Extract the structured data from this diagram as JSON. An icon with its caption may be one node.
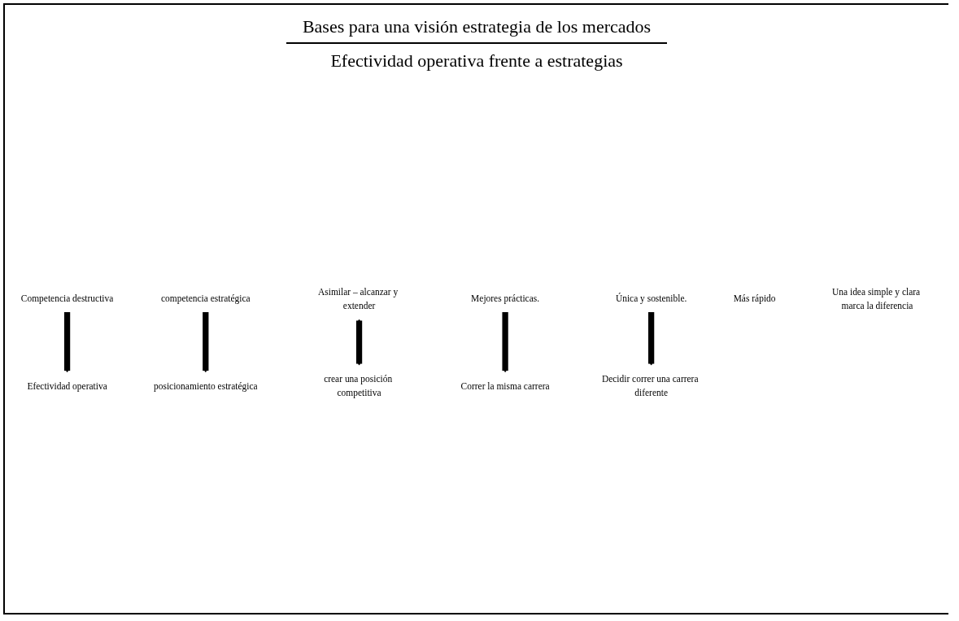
{
  "diagram": {
    "title": "Bases para una visión estrategia de los mercados",
    "nodes": [
      {
        "text": [
          "Competencia destructiva"
        ]
      },
      {
        "text": [
          "competencia estratégica"
        ]
      },
      {
        "text": [
          "Efectividad operativa"
        ]
      },
      {
        "text": [
          "posicionamiento estratégica"
        ]
      },
      {
        "text": [
          "Asimilar – alcanzar y extender"
        ]
      },
      {
        "text": [
          "crear una posición competitiva"
        ]
      },
      {
        "text": [
          "Mejores prácticas."
        ]
      },
      {
        "text": [
          "Única y sostenible."
        ]
      },
      {
        "text": [
          "Correr la misma carrera"
        ]
      },
      {
        "text": [
          "Decidir correr una carrera diferente"
        ]
      },
      {
        "text": [
          "Más rápido"
        ]
      },
      {
        "text": [
          "Una idea simple y clara marca la diferencia"
        ]
      }
    ],
    "edges": [
      {
        "from": 0,
        "to": 2,
        "arrow": "to"
      },
      {
        "from": 1,
        "to": 3,
        "arrow": "to"
      },
      {
        "from": 4,
        "to": 5,
        "arrow": "both"
      },
      {
        "from": 6,
        "to": 8,
        "arrow": "to"
      },
      {
        "from": 7,
        "to": 9,
        "arrow": "to"
      }
    ],
    "labels": [
      "Efectividad operativa frente a estrategias"
    ]
  }
}
